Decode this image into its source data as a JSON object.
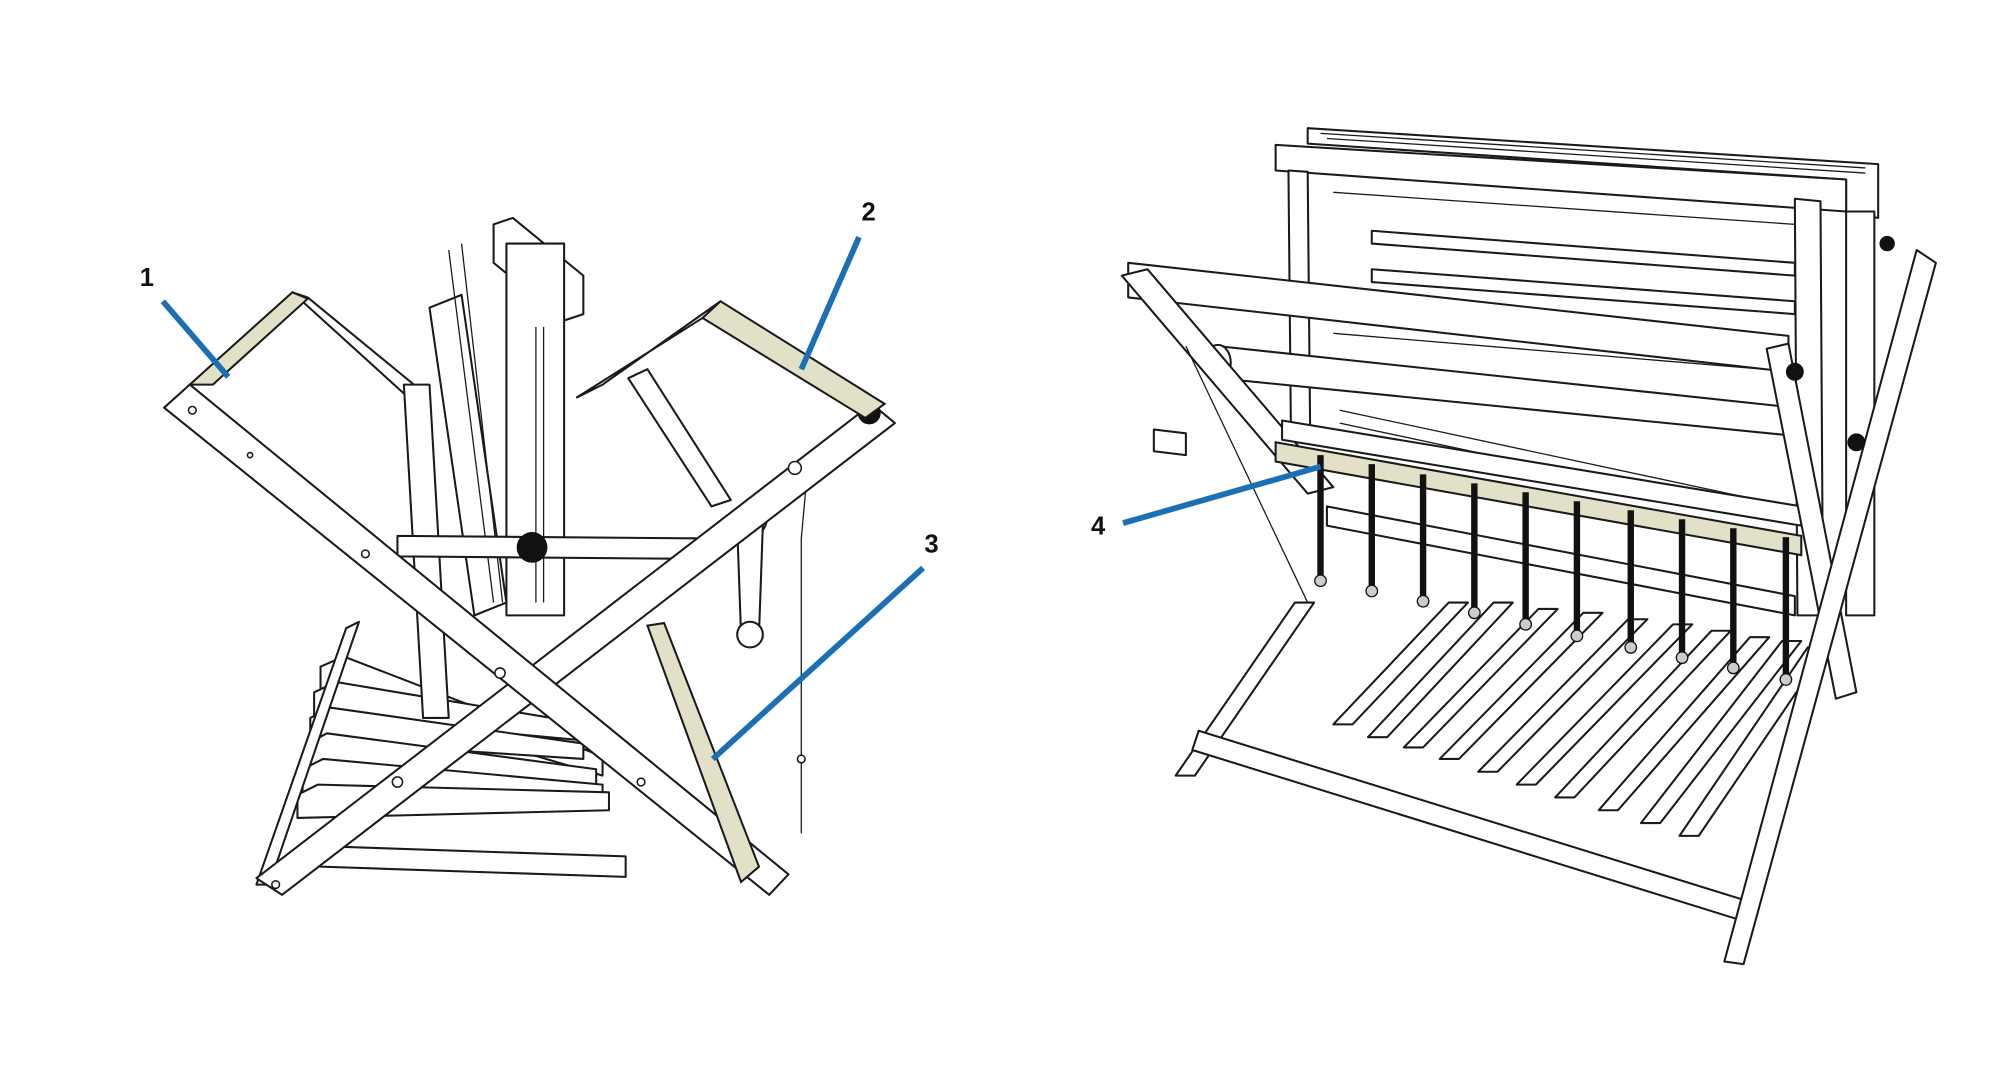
{
  "colors": {
    "callout": "#1a6fb5",
    "highlight": "#e3e0c8",
    "outline": "#1a1a1a"
  },
  "left_figure": {
    "callouts": [
      {
        "label": "1"
      },
      {
        "label": "2"
      },
      {
        "label": "3"
      }
    ]
  },
  "right_figure": {
    "callouts": [
      {
        "label": "4"
      }
    ]
  }
}
